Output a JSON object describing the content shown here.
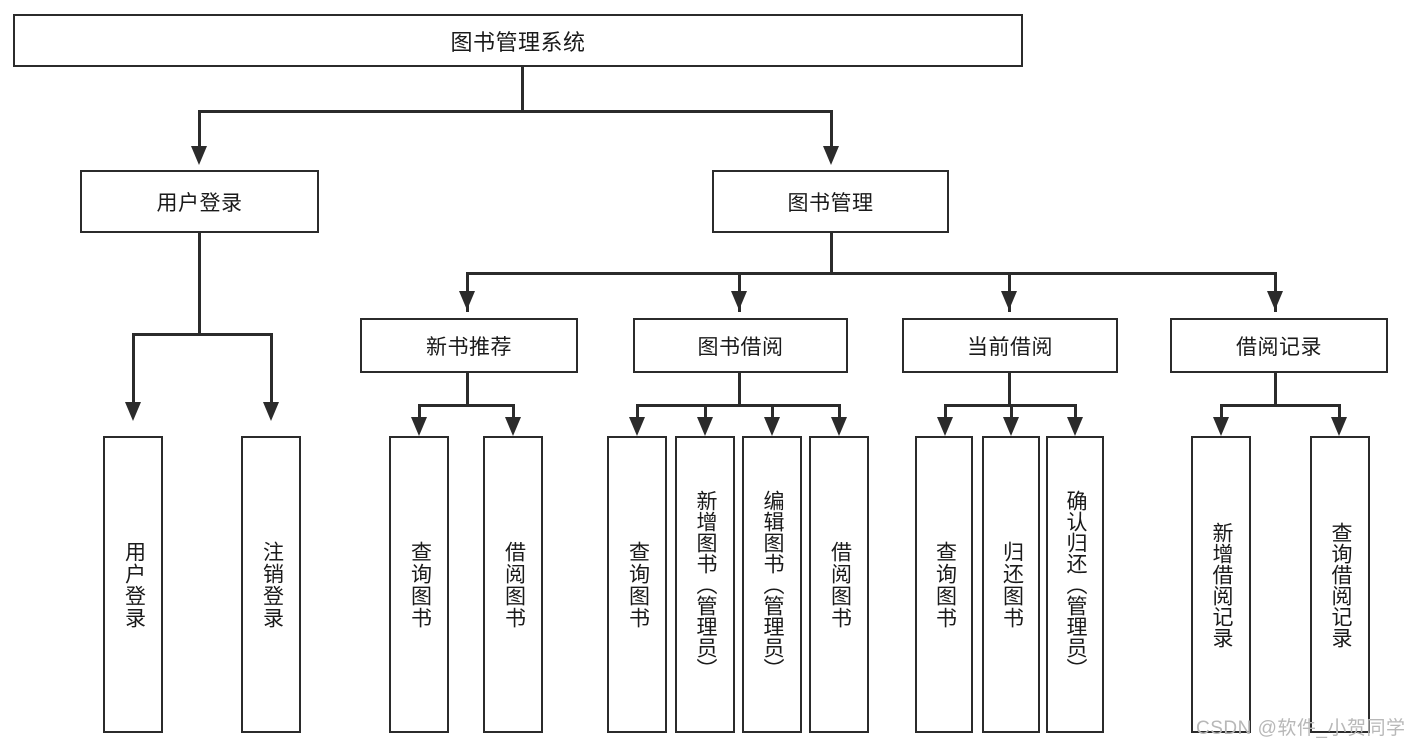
{
  "diagram": {
    "title": "图书管理系统",
    "type": "hierarchy-tree",
    "root": {
      "label": "图书管理系统"
    },
    "level1": [
      {
        "label": "用户登录"
      },
      {
        "label": "图书管理"
      }
    ],
    "level2": [
      {
        "label": "新书推荐",
        "parent": "图书管理"
      },
      {
        "label": "图书借阅",
        "parent": "图书管理"
      },
      {
        "label": "当前借阅",
        "parent": "图书管理"
      },
      {
        "label": "借阅记录",
        "parent": "图书管理"
      }
    ],
    "leaves": {
      "user_login": [
        {
          "label": "用户登录"
        },
        {
          "label": "注销登录"
        }
      ],
      "new_book_recommend": [
        {
          "label": "查询图书"
        },
        {
          "label": "借阅图书"
        }
      ],
      "book_borrow": [
        {
          "label": "查询图书"
        },
        {
          "label": "新增图书（管理员）"
        },
        {
          "label": "编辑图书（管理员）"
        },
        {
          "label": "借阅图书"
        }
      ],
      "current_borrow": [
        {
          "label": "查询图书"
        },
        {
          "label": "归还图书"
        },
        {
          "label": "确认归还（管理员）"
        }
      ],
      "borrow_record": [
        {
          "label": "新增借阅记录"
        },
        {
          "label": "查询借阅记录"
        }
      ]
    }
  },
  "watermark": {
    "text": "CSDN @软件_小贺同学"
  },
  "colors": {
    "stroke": "#2b2b2b",
    "background": "#ffffff",
    "text": "#1a1a1a",
    "watermark": "#b8b8b8"
  }
}
